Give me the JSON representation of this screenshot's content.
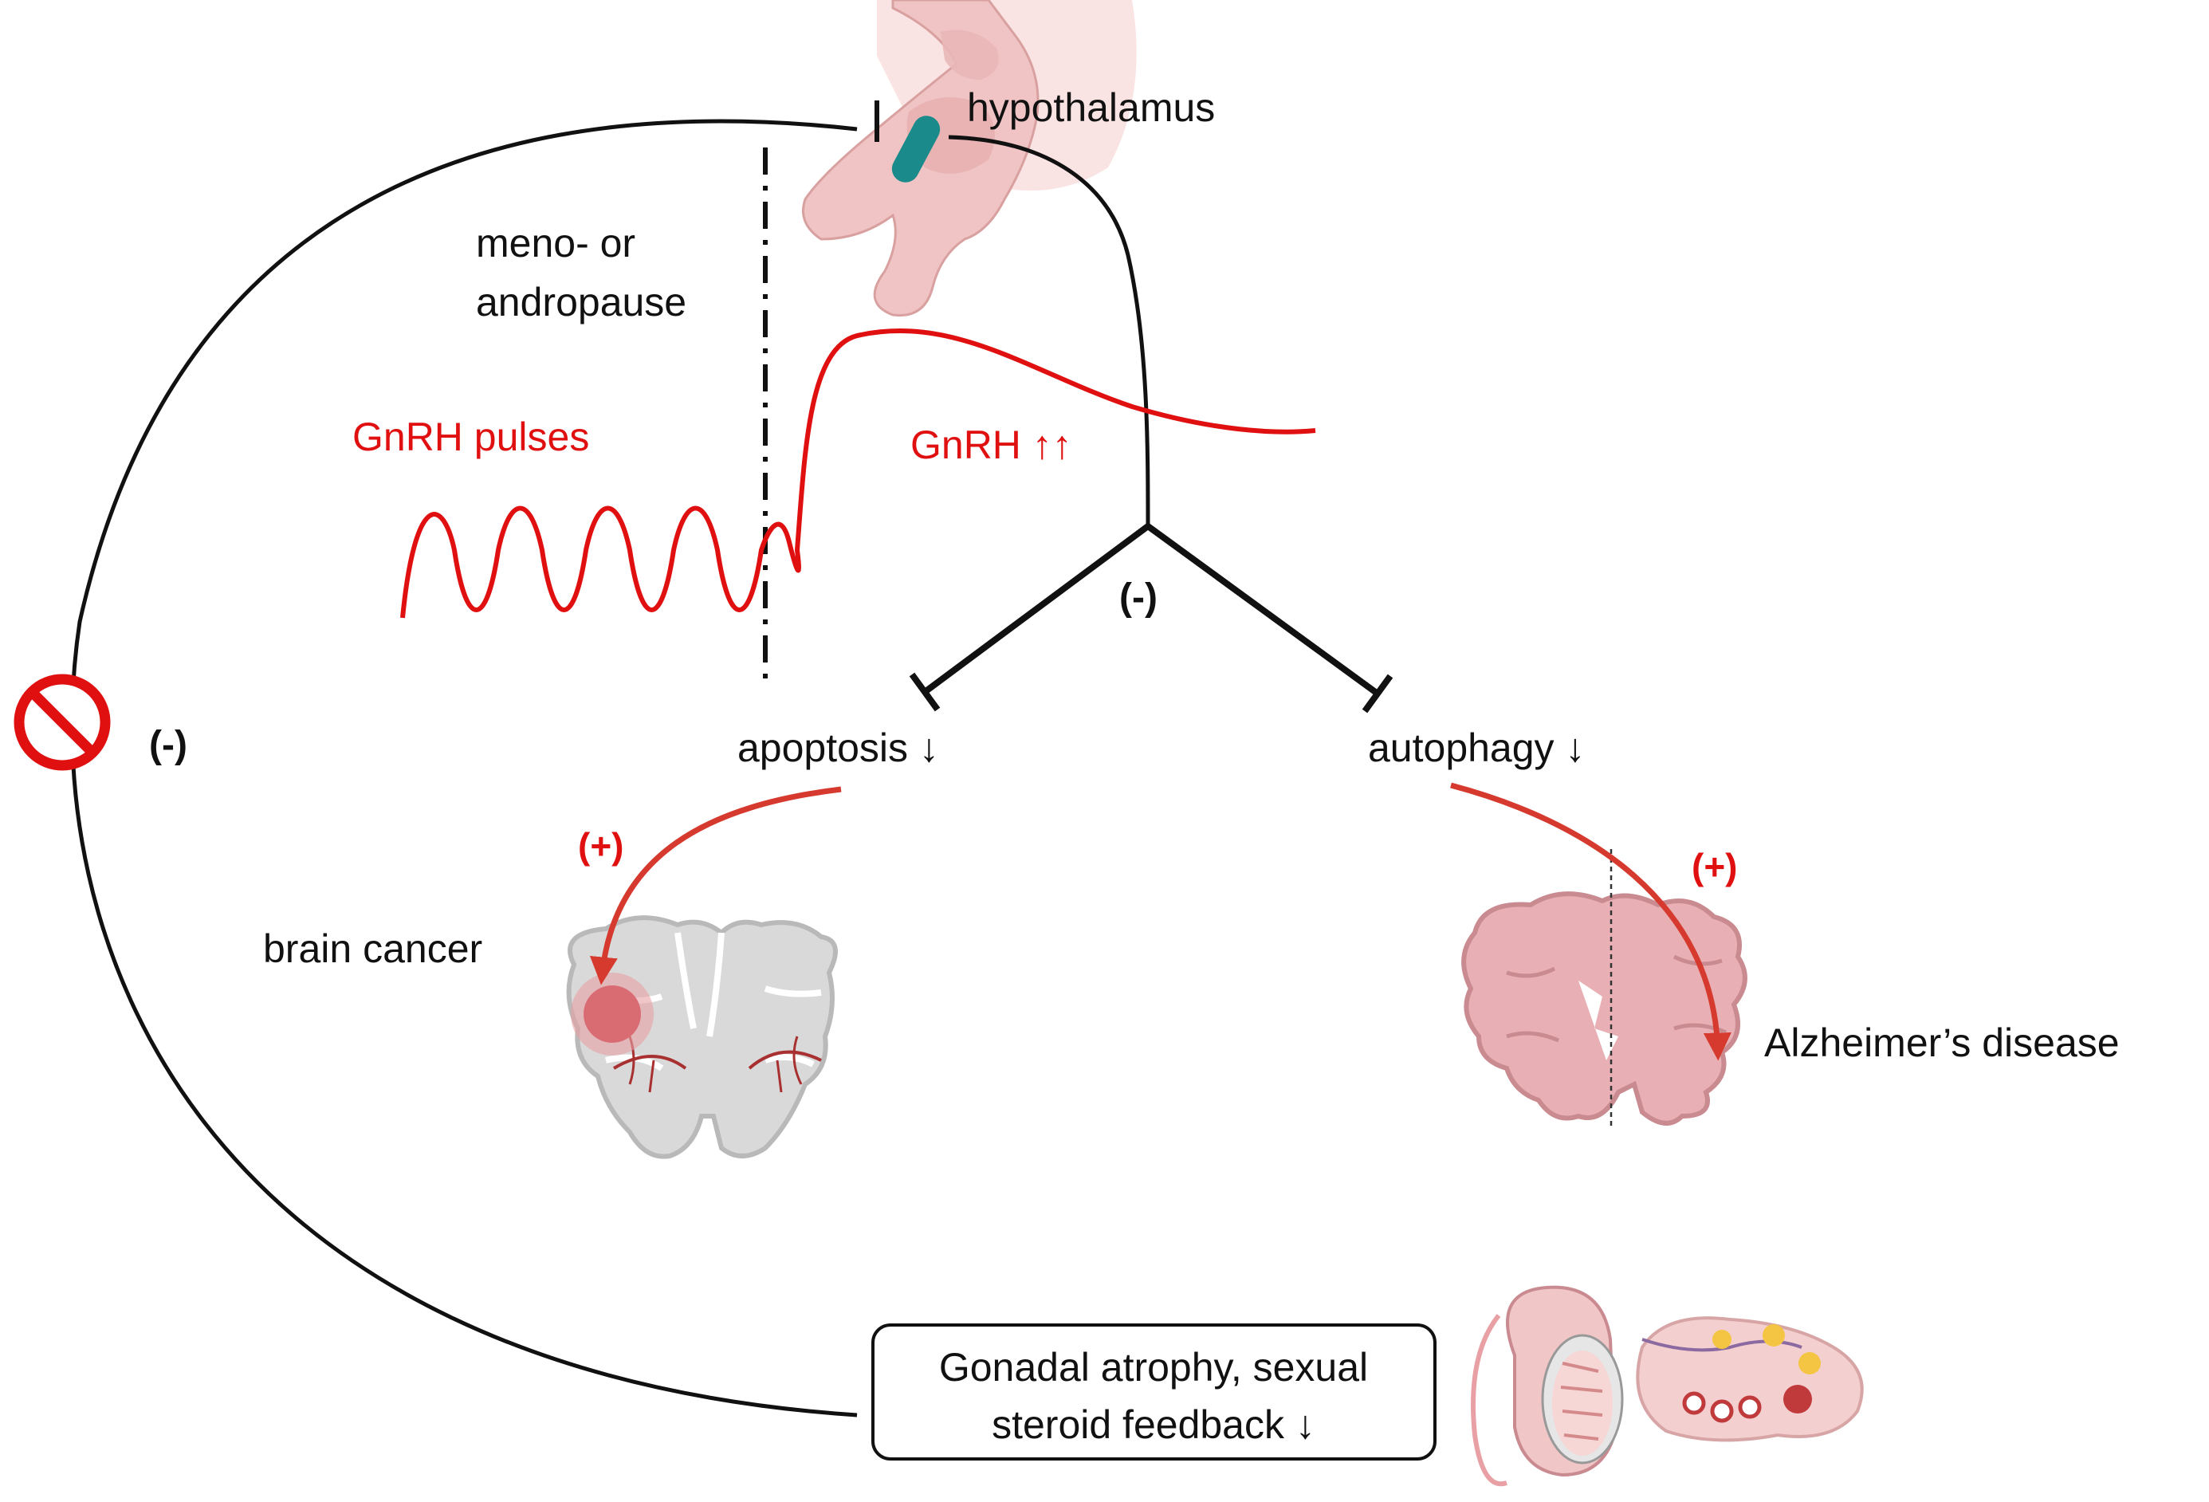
{
  "labels": {
    "hypothalamus": "hypothalamus",
    "meno_line1": "meno- or",
    "meno_line2": "andropause",
    "gnrh_pulses": "GnRH pulses",
    "gnrh_high": "GnRH ↑↑",
    "inhibit_center": "(-)",
    "inhibit_left": "(-)",
    "apoptosis": "apoptosis ↓",
    "autophagy": "autophagy ↓",
    "promote_cancer": "(+)",
    "promote_ad": "(+)",
    "brain_cancer": "brain cancer",
    "alzheimers": "Alzheimer’s disease",
    "gonadal_line1": "Gonadal atrophy, sexual",
    "gonadal_line2": "steroid feedback ↓"
  },
  "icons": {
    "hypothalamus": "hypothalamus-illustration",
    "blocked": "prohibited-icon",
    "cancer_brain": "brain-with-tumor-illustration",
    "ad_brain": "atrophied-brain-illustration",
    "testis": "testis-illustration",
    "ovary": "ovary-illustration"
  },
  "colors": {
    "line": "#111111",
    "accent_red": "#e01010",
    "arrow_red": "#d63a2e",
    "hypothalamus_fill": "#f0c4c4",
    "gnrh_neuron": "#1a8a8a",
    "brain_gray": "#d6d6d6",
    "tumor": "#d96b73",
    "ad_brain": "#e8b0b4"
  }
}
